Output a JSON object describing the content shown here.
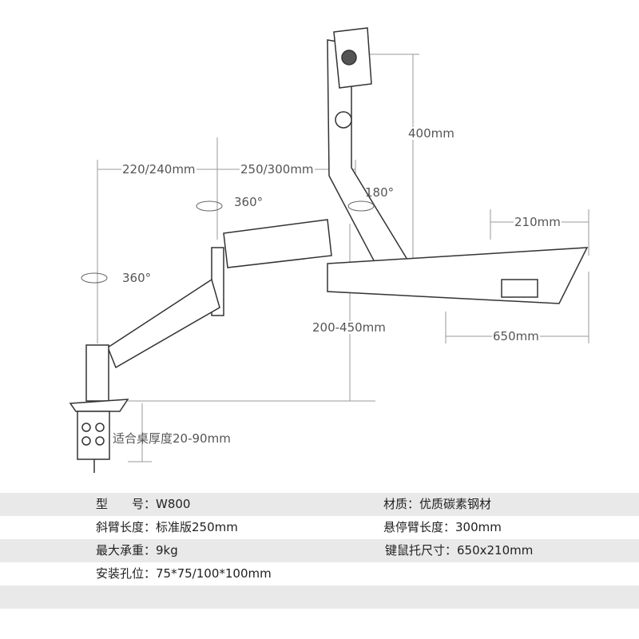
{
  "dimensions": {
    "arm_reach": "220/240mm",
    "hover_arm": "250/300mm",
    "monitor_height": "400mm",
    "rotation_top": "360°",
    "rotation_base": "360°",
    "tilt": "180°",
    "tray_depth": "210mm",
    "tray_width": "650mm",
    "height_range": "200-450mm",
    "desk_thickness": "适合桌厚度20-90mm"
  },
  "specs": [
    {
      "left": "型　　号：W800",
      "right": "材质：优质碳素钢材"
    },
    {
      "left": "斜臂长度：标准版250mm",
      "right": "悬停臂长度：300mm"
    },
    {
      "left": "最大承重：9kg",
      "right": "键鼠托尺寸：650x210mm"
    },
    {
      "left": "安装孔位：75*75/100*100mm",
      "right": ""
    }
  ]
}
